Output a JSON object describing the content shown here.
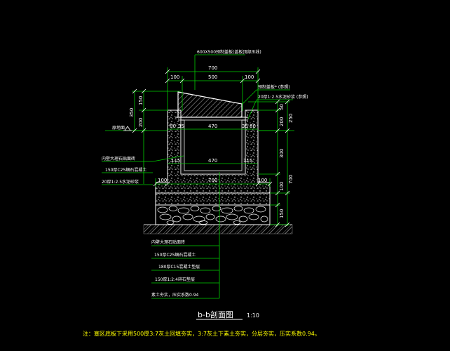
{
  "top_annotation": "600X500预制盖板(盖板顶部压线)",
  "dims": {
    "top_total": "700",
    "top_left": "100",
    "top_mid": "500",
    "top_right": "100",
    "left_150": "150",
    "left_200": "200",
    "left_350": "350",
    "right_50": "50",
    "right_200": "200",
    "right_250": "250",
    "right_300": "300",
    "right_700": "700",
    "right_100": "100",
    "right_150": "150",
    "wall_l_80": "80",
    "wall_l_35": "35",
    "inner_upper": "470",
    "wall_r_35": "35",
    "wall_r_80": "80",
    "wall_l_115": "115",
    "inner_lower": "470",
    "wall_r_115": "115",
    "base_left": "100",
    "base_mid": "700",
    "base_right": "100"
  },
  "labels": {
    "right_top_1": "预制盖板* (参照)",
    "right_top_2": "20厚1:2.5水泥砂浆 (参照)",
    "ground": "原地面",
    "wall_1": "内壁大理石贴面砖",
    "wall_2": "150厚C25细石混凝土",
    "wall_3": "20厚1:2.5水泥砂浆"
  },
  "layers": [
    "内壁大理石贴面砖",
    "150厚C25细石混凝土",
    "180厚C15混凝土垫层",
    "150厚1:2:4碎石垫层",
    "素土夯实，压实系数0.94"
  ],
  "title": "b-b剖面图",
  "scale": "1:10",
  "note": "注：塞区底板下采用500厚3:7灰土回填夯实，3:7灰土下素土夯实，分层夯实，压实系数0.94。"
}
